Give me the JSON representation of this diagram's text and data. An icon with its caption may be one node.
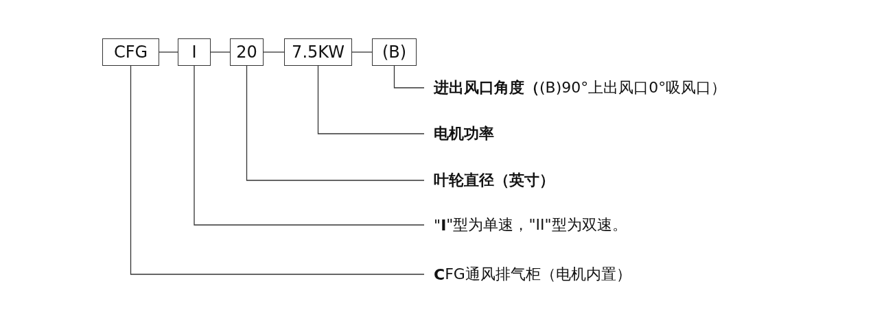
{
  "diagram": {
    "nodes": [
      {
        "text": [
          "CFG"
        ]
      },
      {
        "text": [
          "I"
        ]
      },
      {
        "text": [
          "20"
        ]
      },
      {
        "text": [
          "7.5KW"
        ]
      },
      {
        "text": [
          "(B)"
        ]
      },
      {
        "text": [
          "**进出风口角度（**(B)90°上出风口0°吸风口）"
        ]
      },
      {
        "text": [
          "电机功率"
        ]
      },
      {
        "text": [
          "叶轮直径（英寸）"
        ]
      },
      {
        "text": [
          "\"**I**\"型为单速，\"II\"型为双速。"
        ]
      },
      {
        "text": [
          "**C**FG通风排气柜（电机内置）"
        ]
      }
    ],
    "edges": [
      {
        "from": 0,
        "to": 1,
        "arrow": "none"
      },
      {
        "from": 1,
        "to": 2,
        "arrow": "none"
      },
      {
        "from": 2,
        "to": 3,
        "arrow": "none"
      },
      {
        "from": 3,
        "to": 4,
        "arrow": "none"
      },
      {
        "from": 4,
        "to": 5,
        "arrow": "none"
      },
      {
        "from": 3,
        "to": 6,
        "arrow": "none"
      },
      {
        "from": 2,
        "to": 7,
        "arrow": "none"
      },
      {
        "from": 1,
        "to": 8,
        "arrow": "none"
      },
      {
        "from": 0,
        "to": 9,
        "arrow": "none"
      }
    ]
  }
}
